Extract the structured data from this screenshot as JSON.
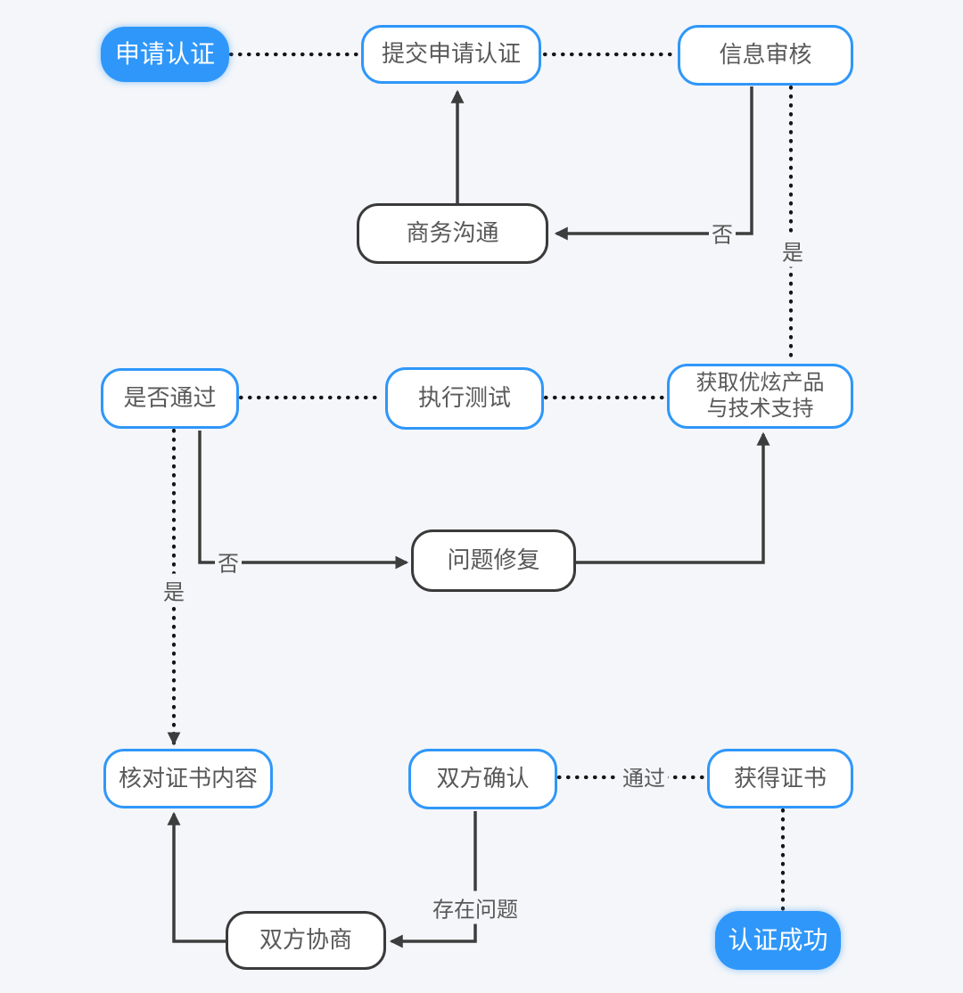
{
  "diagram": {
    "title": "certification-process-flowchart",
    "background": "#f4f6f9"
  },
  "colors": {
    "accent_blue": "#2f97fa",
    "node_text_gray": "#595959",
    "dark_border": "#3a3a3a",
    "solid_line": "#3d3d3d",
    "dotted_line": "#161616",
    "start_end_text": "#ffffff"
  },
  "nodes": {
    "apply": {
      "label": "申请认证"
    },
    "submit": {
      "label": "提交申请认证"
    },
    "review": {
      "label": "信息审核"
    },
    "business": {
      "label": "商务沟通"
    },
    "pass_check": {
      "label": "是否通过"
    },
    "run_test": {
      "label": "执行测试"
    },
    "obtain": {
      "label": "获取优炫产品与技术支持",
      "line1": "获取优炫产品",
      "line2": "与技术支持"
    },
    "fix": {
      "label": "问题修复"
    },
    "verify_cert": {
      "label": "核对证书内容"
    },
    "both_confirm": {
      "label": "双方确认"
    },
    "get_cert": {
      "label": "获得证书"
    },
    "negotiate": {
      "label": "双方协商"
    },
    "success": {
      "label": "认证成功"
    }
  },
  "edge_labels": {
    "review_no": "否",
    "review_yes": "是",
    "test_no": "否",
    "test_yes": "是",
    "confirm_pass": "通过",
    "confirm_problem": "存在问题"
  }
}
